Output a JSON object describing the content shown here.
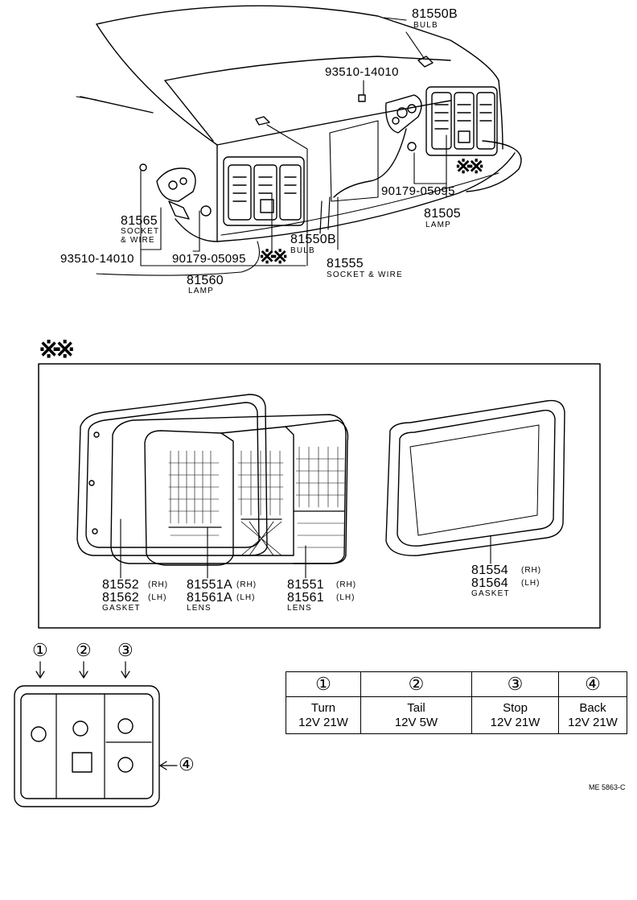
{
  "top": {
    "bulb_top": {
      "pn": "81550B",
      "sub": "BULB"
    },
    "screw_right": {
      "pn": "93510-14010"
    },
    "socket_left": {
      "pn": "81565",
      "sub1": "SOCKET",
      "sub2": "& WIRE"
    },
    "screw_left": {
      "pn": "93510-14010"
    },
    "nut_left": {
      "pn": "90179-05095"
    },
    "marks_left": "※※",
    "bulb_mid": {
      "pn": "81550B",
      "sub": "BULB"
    },
    "lamp_left": {
      "pn": "81560",
      "sub": "LAMP"
    },
    "socket_right": {
      "pn": "81555",
      "sub": "SOCKET & WIRE"
    },
    "nut_right": {
      "pn": "90179-05095"
    },
    "marks_right": "※※",
    "lamp_right": {
      "pn": "81505",
      "sub": "LAMP"
    }
  },
  "detail": {
    "mark": "※※",
    "gasket_a": {
      "rh": "81552",
      "rh_side": "(RH)",
      "lh": "81562",
      "lh_side": "(LH)",
      "sub": "GASKET"
    },
    "lens_a": {
      "rh": "81551A",
      "rh_side": "(RH)",
      "lh": "81561A",
      "lh_side": "(LH)",
      "sub": "LENS"
    },
    "lens_b": {
      "rh": "81551",
      "rh_side": "(RH)",
      "lh": "81561",
      "lh_side": "(LH)",
      "sub": "LENS"
    },
    "gasket_b": {
      "rh": "81554",
      "rh_side": "(RH)",
      "lh": "81564",
      "lh_side": "(LH)",
      "sub": "GASKET"
    }
  },
  "legend": {
    "arrows": [
      "①",
      "②",
      "③",
      "④"
    ]
  },
  "bulb_table": {
    "headers": [
      "①",
      "②",
      "③",
      "④"
    ],
    "names": [
      "Turn",
      "Tail",
      "Stop",
      "Back"
    ],
    "specs": [
      "12V 21W",
      "12V 5W",
      "12V 21W",
      "12V 21W"
    ]
  },
  "footer_code": "ME 5863-C"
}
